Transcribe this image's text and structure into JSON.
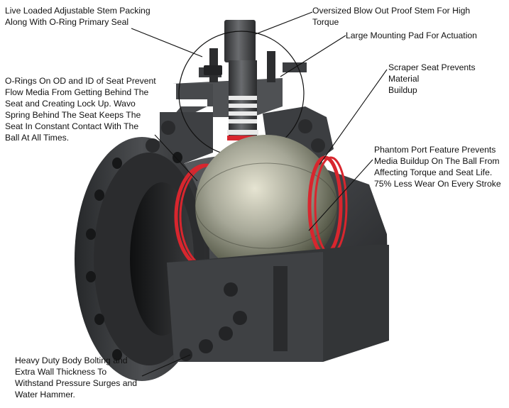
{
  "callouts": {
    "stem_packing": "Live Loaded Adjustable Stem Packing\nAlong With O-Ring Primary Seal",
    "blowout_stem": "Oversized Blow Out Proof Stem For High\nTorque",
    "mounting_pad": "Large Mounting Pad For Actuation",
    "scraper_seat": "Scraper Seat Prevents Material\nBuildup",
    "orings_seat": "O-Rings On OD and ID of Seat Prevent\nFlow Media From Getting Behind The\nSeat and Creating Lock Up.  Wavo\nSpring Behind The Seat Keeps The\nSeat In Constant Contact With The\nBall At All Times.",
    "phantom_port": "Phantom Port Feature Prevents\nMedia Buildup On The Ball From\nAffecting Torque and Seat Life.\n75% Less Wear On Every Stroke",
    "body_bolting": "Heavy Duty Body Bolting and\nExtra Wall Thickness To\nWithstand Pressure Surges and\nWater Hammer."
  },
  "colors": {
    "body_metal": "#3a3c3e",
    "seat_ring_red": "#d8262e",
    "ball_chrome": "#a9a99a",
    "leader_line": "#111111"
  }
}
